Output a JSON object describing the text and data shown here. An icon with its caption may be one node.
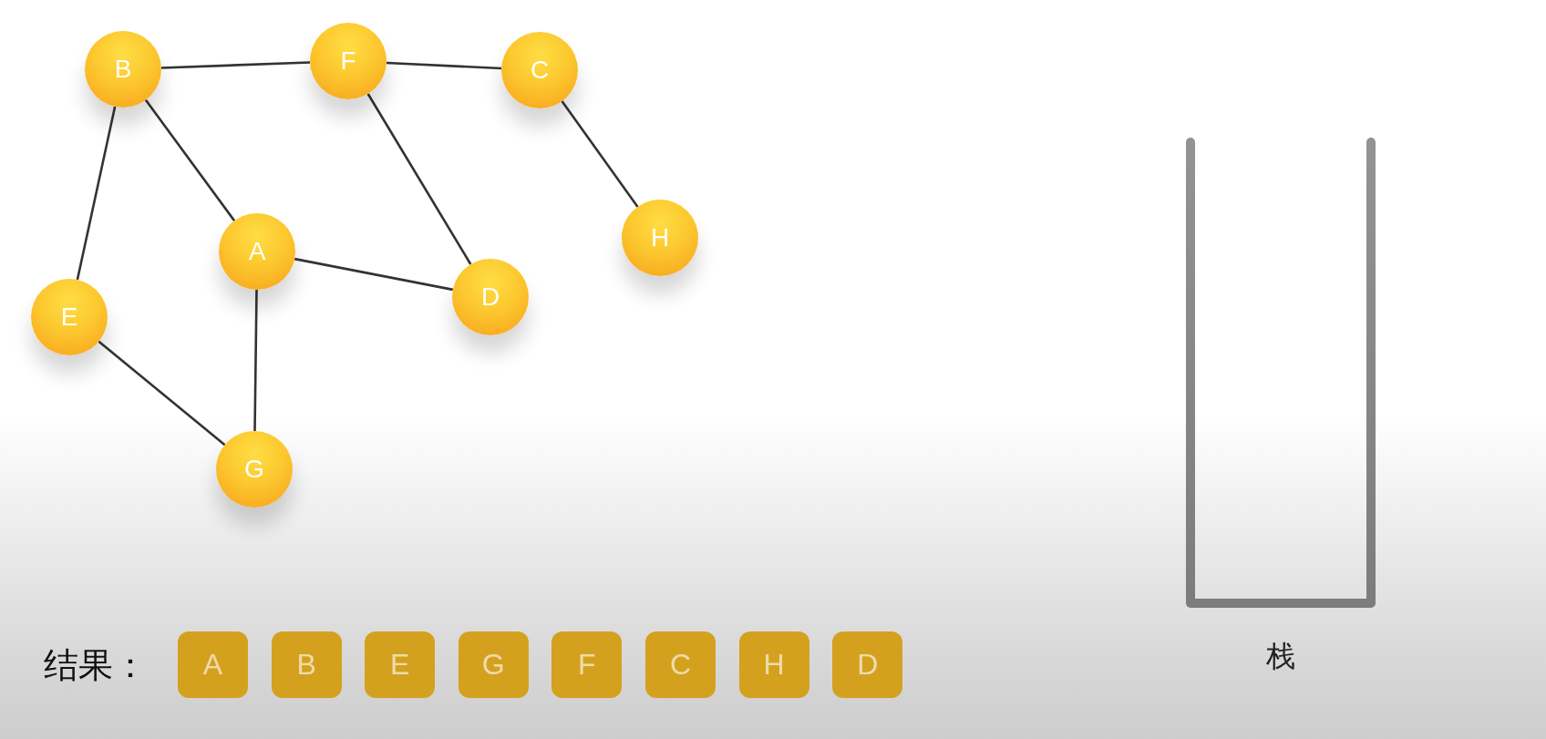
{
  "diagram": {
    "nodes": [
      {
        "text": [
          "B"
        ]
      },
      {
        "text": [
          "F"
        ]
      },
      {
        "text": [
          "C"
        ]
      },
      {
        "text": [
          "H"
        ]
      },
      {
        "text": [
          "A"
        ]
      },
      {
        "text": [
          "D"
        ]
      },
      {
        "text": [
          "E"
        ]
      },
      {
        "text": [
          "G"
        ]
      },
      {
        "text": [
          "栈"
        ]
      },
      {
        "text": [
          "A"
        ]
      },
      {
        "text": [
          "B"
        ]
      },
      {
        "text": [
          "E"
        ]
      },
      {
        "text": [
          "G"
        ]
      },
      {
        "text": [
          "F"
        ]
      },
      {
        "text": [
          "C"
        ]
      },
      {
        "text": [
          "H"
        ]
      },
      {
        "text": [
          "D"
        ]
      }
    ],
    "edges": [
      {
        "from": 0,
        "to": 1,
        "arrow": "none"
      },
      {
        "from": 1,
        "to": 2,
        "arrow": "none"
      },
      {
        "from": 0,
        "to": 4,
        "arrow": "none"
      },
      {
        "from": 0,
        "to": 6,
        "arrow": "none"
      },
      {
        "from": 1,
        "to": 5,
        "arrow": "none"
      },
      {
        "from": 2,
        "to": 3,
        "arrow": "none"
      },
      {
        "from": 4,
        "to": 5,
        "arrow": "none"
      },
      {
        "from": 4,
        "to": 7,
        "arrow": "none"
      },
      {
        "from": 6,
        "to": 7,
        "arrow": "none"
      }
    ],
    "labels": [
      "结果："
    ]
  }
}
